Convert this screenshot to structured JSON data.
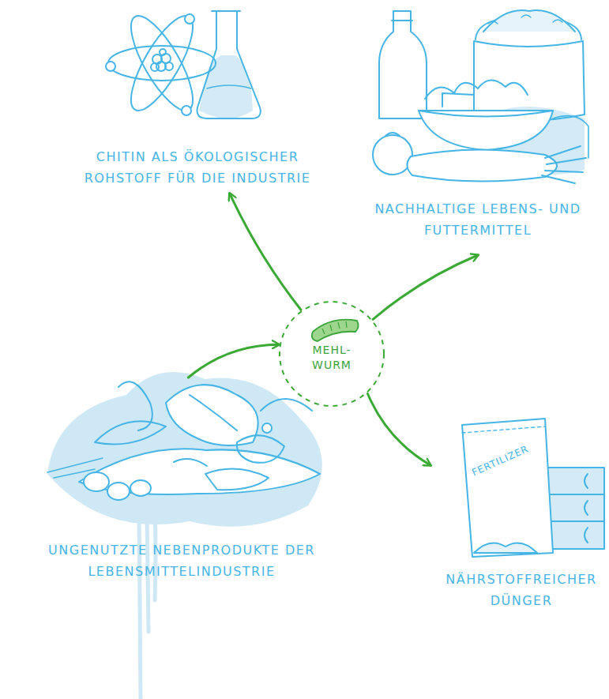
{
  "diagram": {
    "nodes": [
      {
        "text": [
          "UNGENUTZTE NEBENPRODUKTE DER LEBENSMITTELINDUSTRIE"
        ]
      },
      {
        "text": [
          "MEHL- WURM"
        ]
      },
      {
        "text": [
          "CHITIN ALS ÖKOLOGISCHER ROHSTOFF FÜR DIE INDUSTRIE"
        ]
      },
      {
        "text": [
          "NACHHALTIGE LEBENS- UND FUTTERMITTEL"
        ]
      },
      {
        "text": [
          "NÄHRSTOFFREICHER DÜNGER"
        ]
      }
    ],
    "edges": [
      {
        "from": 0,
        "to": 1,
        "arrow": "to"
      },
      {
        "from": 1,
        "to": 2,
        "arrow": "to"
      },
      {
        "from": 1,
        "to": 3,
        "arrow": "to"
      },
      {
        "from": 1,
        "to": 4,
        "arrow": "to"
      }
    ],
    "labels": [
      "FERTILIZER"
    ]
  }
}
